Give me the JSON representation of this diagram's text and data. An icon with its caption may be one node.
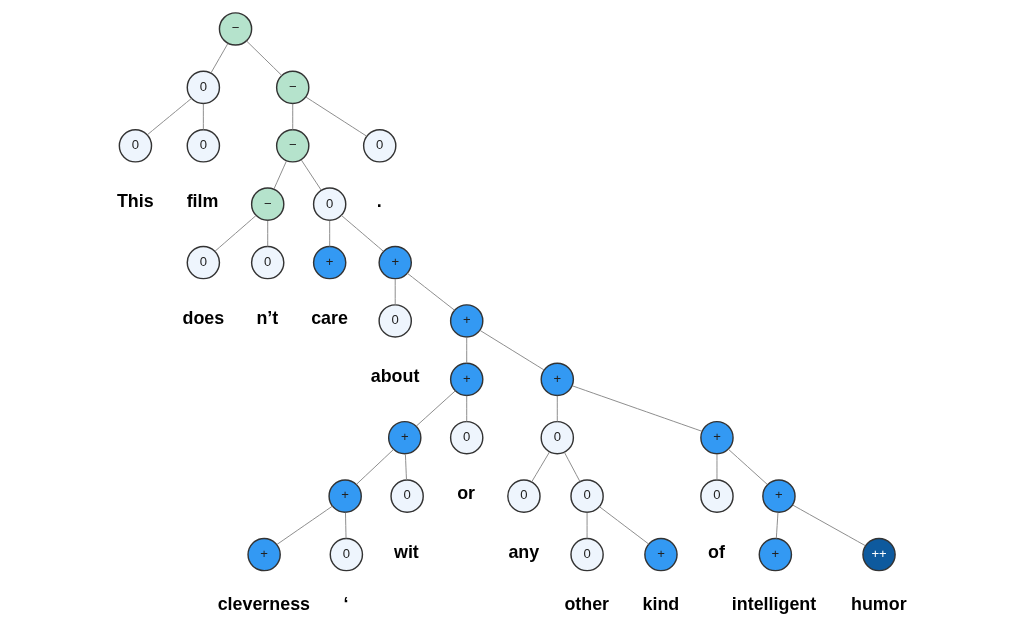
{
  "diagram": {
    "nodes": [
      {
        "text": [
          "−"
        ]
      },
      {
        "text": [
          "0"
        ]
      },
      {
        "text": [
          "−"
        ]
      },
      {
        "text": [
          "0"
        ],
        "beside": [
          "This"
        ]
      },
      {
        "text": [
          "0"
        ],
        "beside": [
          "film"
        ]
      },
      {
        "text": [
          "−"
        ]
      },
      {
        "text": [
          "0"
        ],
        "beside": [
          "."
        ]
      },
      {
        "text": [
          "−"
        ]
      },
      {
        "text": [
          "0"
        ]
      },
      {
        "text": [
          "0"
        ],
        "beside": [
          "does"
        ]
      },
      {
        "text": [
          "0"
        ],
        "beside": [
          "n’t"
        ]
      },
      {
        "text": [
          "+"
        ],
        "beside": [
          "care"
        ]
      },
      {
        "text": [
          "+"
        ]
      },
      {
        "text": [
          "0"
        ],
        "beside": [
          "about"
        ]
      },
      {
        "text": [
          "+"
        ]
      },
      {
        "text": [
          "+"
        ]
      },
      {
        "text": [
          "+"
        ]
      },
      {
        "text": [
          "+"
        ]
      },
      {
        "text": [
          "0"
        ],
        "beside": [
          "or"
        ]
      },
      {
        "text": [
          "0"
        ]
      },
      {
        "text": [
          "+"
        ]
      },
      {
        "text": [
          "+"
        ]
      },
      {
        "text": [
          "0"
        ],
        "beside": [
          "wit"
        ]
      },
      {
        "text": [
          "0"
        ],
        "beside": [
          "any"
        ]
      },
      {
        "text": [
          "0"
        ]
      },
      {
        "text": [
          "0"
        ],
        "beside": [
          "of"
        ]
      },
      {
        "text": [
          "+"
        ]
      },
      {
        "text": [
          "+"
        ],
        "beside": [
          "cleverness"
        ]
      },
      {
        "text": [
          "0"
        ],
        "beside": [
          "‘"
        ]
      },
      {
        "text": [
          "0"
        ],
        "beside": [
          "other"
        ]
      },
      {
        "text": [
          "+"
        ],
        "beside": [
          "kind"
        ]
      },
      {
        "text": [
          "+"
        ],
        "beside": [
          "intelligent"
        ]
      },
      {
        "text": [
          "++"
        ],
        "beside": [
          "humor"
        ]
      }
    ],
    "edges": [
      {
        "from": 0,
        "to": 1,
        "arrow": "none"
      },
      {
        "from": 0,
        "to": 2,
        "arrow": "none"
      },
      {
        "from": 1,
        "to": 3,
        "arrow": "none"
      },
      {
        "from": 1,
        "to": 4,
        "arrow": "none"
      },
      {
        "from": 2,
        "to": 5,
        "arrow": "none"
      },
      {
        "from": 2,
        "to": 6,
        "arrow": "none"
      },
      {
        "from": 5,
        "to": 7,
        "arrow": "none"
      },
      {
        "from": 5,
        "to": 8,
        "arrow": "none"
      },
      {
        "from": 7,
        "to": 9,
        "arrow": "none"
      },
      {
        "from": 7,
        "to": 10,
        "arrow": "none"
      },
      {
        "from": 8,
        "to": 11,
        "arrow": "none"
      },
      {
        "from": 8,
        "to": 12,
        "arrow": "none"
      },
      {
        "from": 12,
        "to": 13,
        "arrow": "none"
      },
      {
        "from": 12,
        "to": 14,
        "arrow": "none"
      },
      {
        "from": 14,
        "to": 15,
        "arrow": "none"
      },
      {
        "from": 14,
        "to": 16,
        "arrow": "none"
      },
      {
        "from": 15,
        "to": 17,
        "arrow": "none"
      },
      {
        "from": 15,
        "to": 18,
        "arrow": "none"
      },
      {
        "from": 17,
        "to": 21,
        "arrow": "none"
      },
      {
        "from": 17,
        "to": 22,
        "arrow": "none"
      },
      {
        "from": 21,
        "to": 27,
        "arrow": "none"
      },
      {
        "from": 21,
        "to": 28,
        "arrow": "none"
      },
      {
        "from": 16,
        "to": 19,
        "arrow": "none"
      },
      {
        "from": 16,
        "to": 20,
        "arrow": "none"
      },
      {
        "from": 19,
        "to": 23,
        "arrow": "none"
      },
      {
        "from": 19,
        "to": 24,
        "arrow": "none"
      },
      {
        "from": 24,
        "to": 29,
        "arrow": "none"
      },
      {
        "from": 24,
        "to": 30,
        "arrow": "none"
      },
      {
        "from": 20,
        "to": 25,
        "arrow": "none"
      },
      {
        "from": 20,
        "to": 26,
        "arrow": "none"
      },
      {
        "from": 26,
        "to": 31,
        "arrow": "none"
      },
      {
        "from": 26,
        "to": 32,
        "arrow": "none"
      }
    ]
  }
}
